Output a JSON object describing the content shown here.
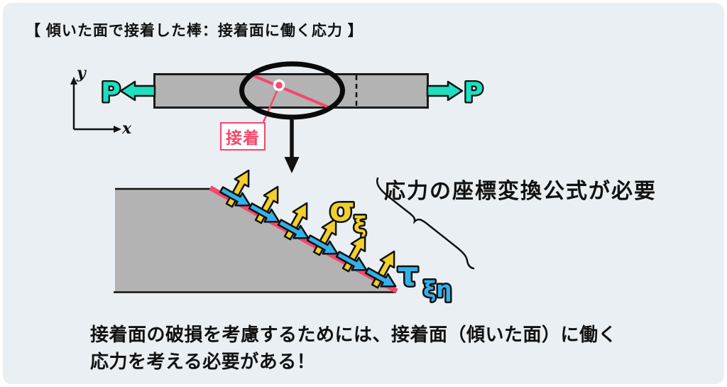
{
  "title": "【 傾いた面で接着した棒：接着面に働く応力 】",
  "colors": {
    "background": "#e9eff2",
    "rod_gray": "#b3b3b3",
    "load_teal": "#1ce0c0",
    "bond_pink": "#f4486b",
    "normal_stress_yellow": "#f2cf2a",
    "shear_stress_blue": "#33b1ea",
    "line_black": "#111111"
  },
  "axes": {
    "x_label": "x",
    "y_label": "y"
  },
  "rod_figure": {
    "left_load_label": "P",
    "right_load_label": "P",
    "bond_callout": "接着"
  },
  "incline_figure": {
    "normal_stress_symbol": "σ",
    "normal_stress_subscript": "ξ",
    "shear_stress_symbol": "τ",
    "shear_stress_subscript": "ξη",
    "note": "応力の座標変換公式が必要"
  },
  "caption": {
    "line1": "接着面の破損を考慮するためには、接着面（傾いた面）に働く",
    "line2": "応力を考える必要がある！"
  }
}
